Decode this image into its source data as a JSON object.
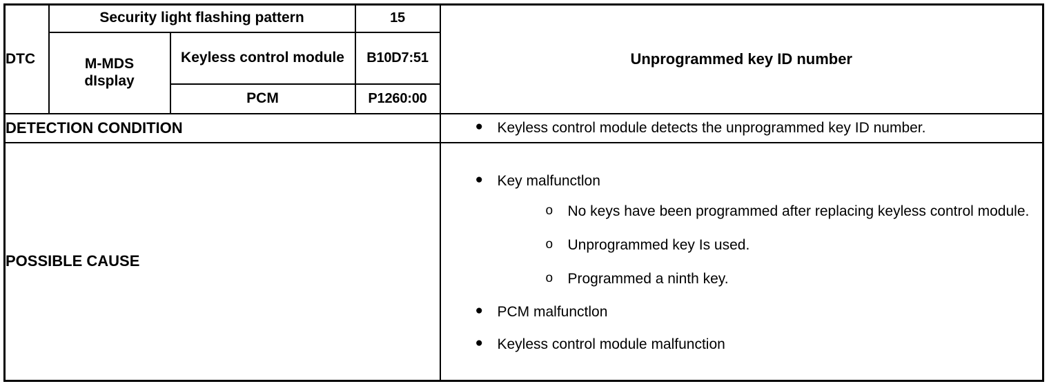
{
  "table": {
    "dtc_label": "DTC",
    "mmds_display_label": "M-MDS\ndIsplay",
    "mmds_display_line1": "M-MDS",
    "mmds_display_line2": "dIsplay",
    "rows": [
      {
        "item": "Security light flashing pattern",
        "value": "15"
      },
      {
        "item": "Keyless control module",
        "value": "B10D7:51"
      },
      {
        "item": "PCM",
        "value": "P1260:00"
      }
    ],
    "description_title": "Unprogrammed key ID number",
    "detection_condition_label": "DETECTION CONDITION",
    "detection_condition_items": [
      {
        "marker": "●",
        "text": "Keyless control module detects the unprogrammed key ID number."
      }
    ],
    "possible_cause_label": "POSSIBLE CAUSE",
    "possible_cause_items": [
      {
        "marker": "●",
        "text": "Key malfunctlon",
        "sub_marker": "o",
        "sub_items": [
          "No keys have been programmed after replacing keyless control module.",
          "Unprogrammed key Is used.",
          "Programmed a ninth key."
        ]
      },
      {
        "marker": "●",
        "text": "PCM malfunctlon",
        "sub_items": []
      },
      {
        "marker": "●",
        "text": "Keyless control module malfunction",
        "sub_items": []
      }
    ]
  },
  "colors": {
    "border": "#000000",
    "text": "#000000",
    "background": "#ffffff"
  }
}
